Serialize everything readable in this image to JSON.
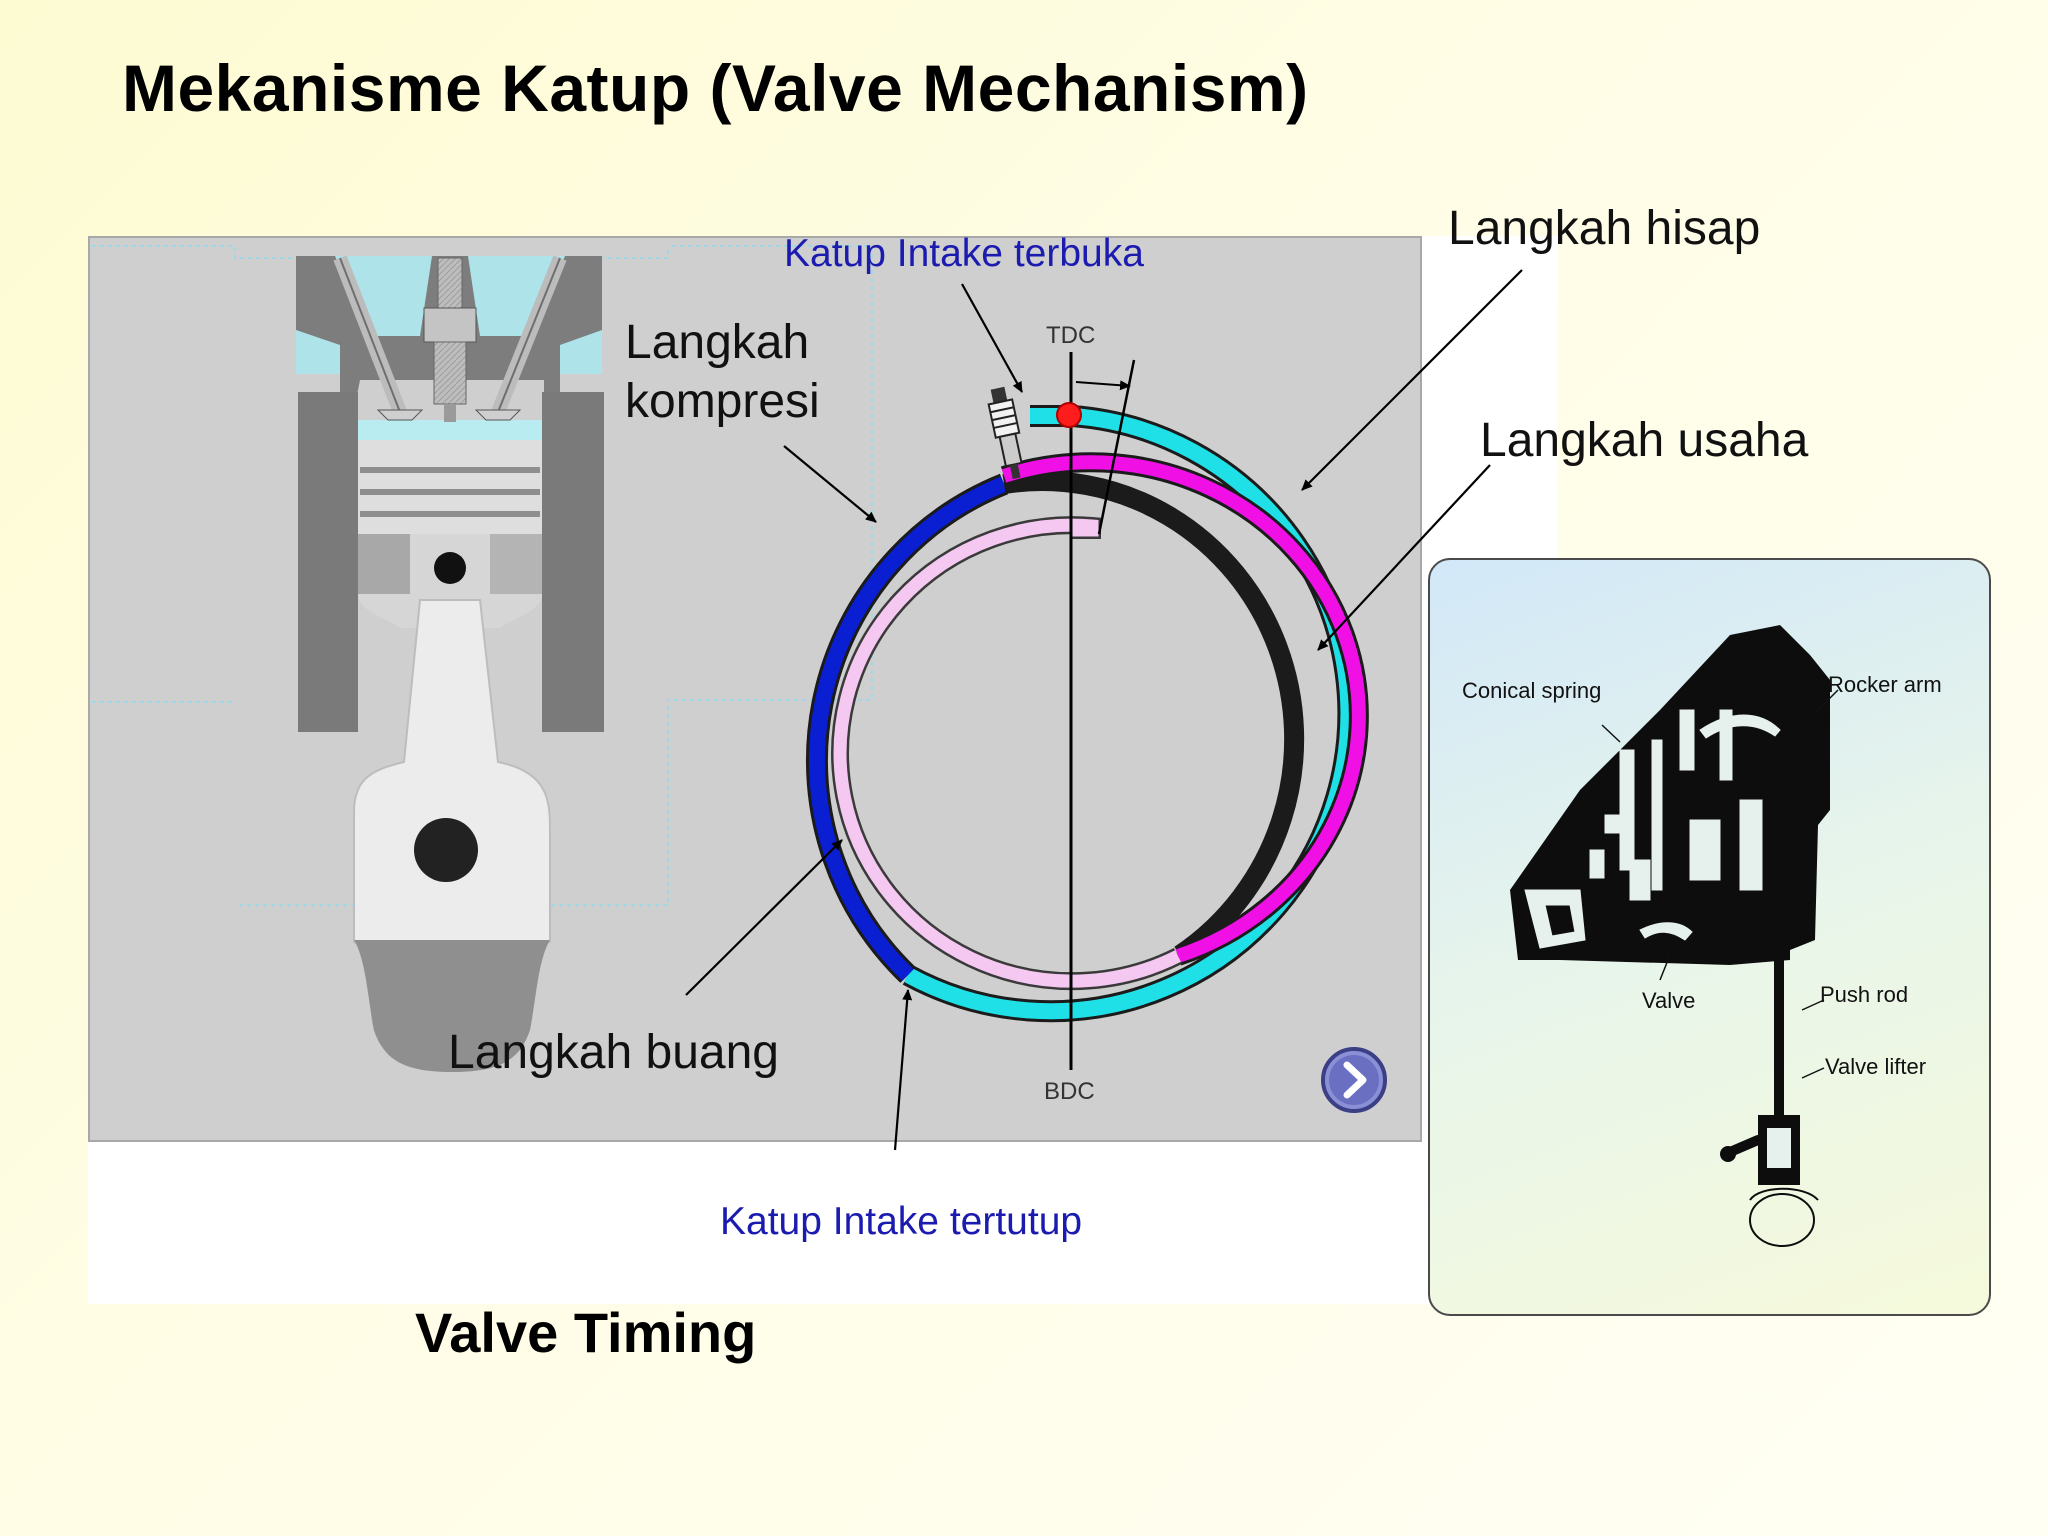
{
  "slide": {
    "title": "Mekanisme Katup (Valve Mechanism)",
    "subtitle": "Valve Timing"
  },
  "diagram": {
    "labels": {
      "intake_open": "Katup Intake terbuka",
      "intake_closed": "Katup Intake tertutup",
      "intake_stroke": "Langkah hisap",
      "compression_line1": "Langkah",
      "compression_line2": "kompresi",
      "power_stroke": "Langkah usaha",
      "exhaust_stroke": "Langkah buang",
      "tdc": "TDC",
      "bdc": "BDC"
    },
    "stroke_colors": {
      "intake": "#1fe0e6",
      "compression": "#0a1ed2",
      "power": "#f010e6",
      "exhaust": "#f5c8f2"
    }
  },
  "inset": {
    "labels": {
      "conical_spring": "Conical spring",
      "rocker_arm": "Rocker arm",
      "valve": "Valve",
      "push_rod": "Push rod",
      "valve_lifter": "Valve lifter"
    }
  },
  "controls": {
    "next_icon": "chevron-right-icon"
  }
}
